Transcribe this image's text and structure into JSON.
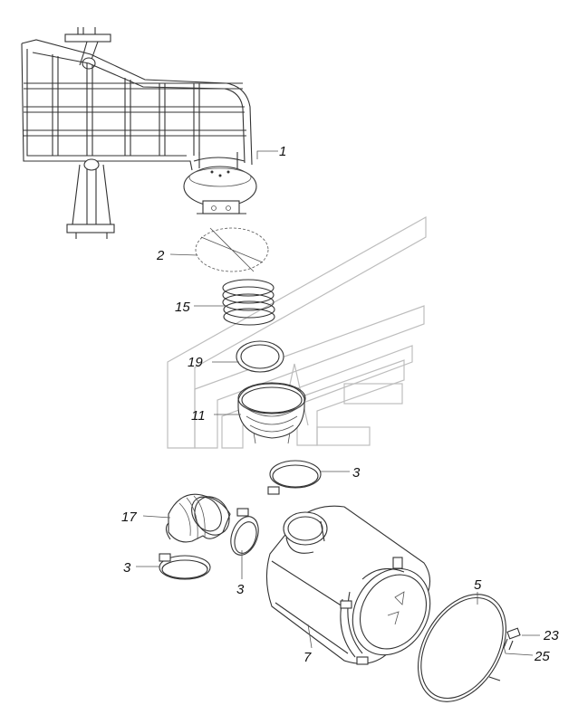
{
  "callouts": {
    "c1": "1",
    "c2": "2",
    "c15": "15",
    "c19": "19",
    "c11": "11",
    "c3a": "3",
    "c17": "17",
    "c3b": "3",
    "c3c": "3",
    "c7": "7",
    "c5": "5",
    "c23": "23",
    "c25": "25"
  },
  "colors": {
    "line": "#333333",
    "watermark": "#bdbdbd",
    "background": "#ffffff"
  }
}
